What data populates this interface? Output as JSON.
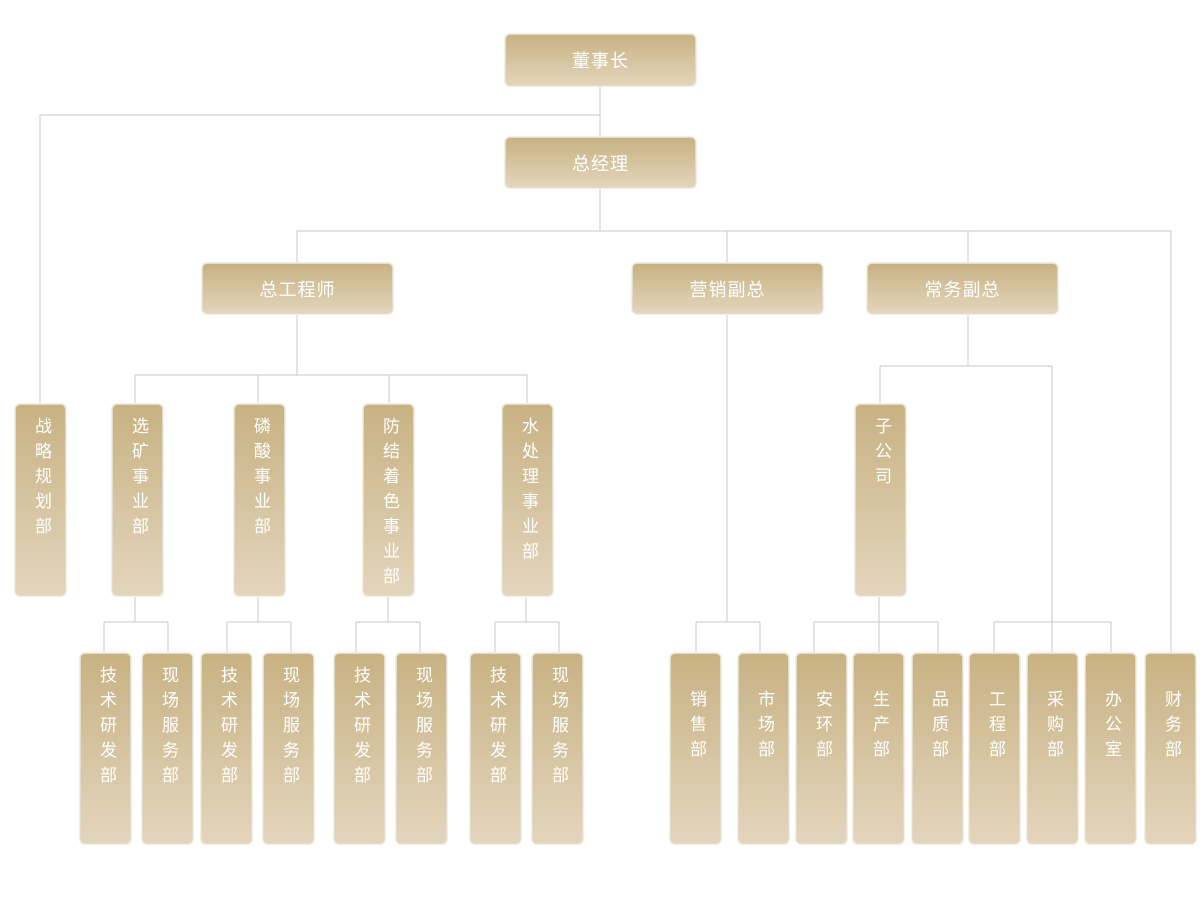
{
  "nodes": {
    "chairman": "董事长",
    "gm": "总经理",
    "chief_engineer": "总工程师",
    "vp_marketing": "营销副总",
    "vp_executive": "常务副总",
    "strategy": "战略规划部",
    "mineral": "选矿事业部",
    "phosphoric": "磷酸事业部",
    "anticaking": "防结着色事业部",
    "water": "水处理事业部",
    "subsidiary": "子公司",
    "rd1": "技术研发部",
    "fs1": "现场服务部",
    "rd2": "技术研发部",
    "fs2": "现场服务部",
    "rd3": "技术研发部",
    "fs3": "现场服务部",
    "rd4": "技术研发部",
    "fs4": "现场服务部",
    "sales": "销售部",
    "market": "市场部",
    "safety": "安环部",
    "production": "生产部",
    "quality": "品质部",
    "engineering": "工程部",
    "purchasing": "采购部",
    "office": "办公室",
    "finance": "财务部"
  },
  "colors": {
    "box_top": "#c8b283",
    "box_bottom": "#e3d5bc",
    "line": "#c9c9c9",
    "text": "#ffffff"
  }
}
